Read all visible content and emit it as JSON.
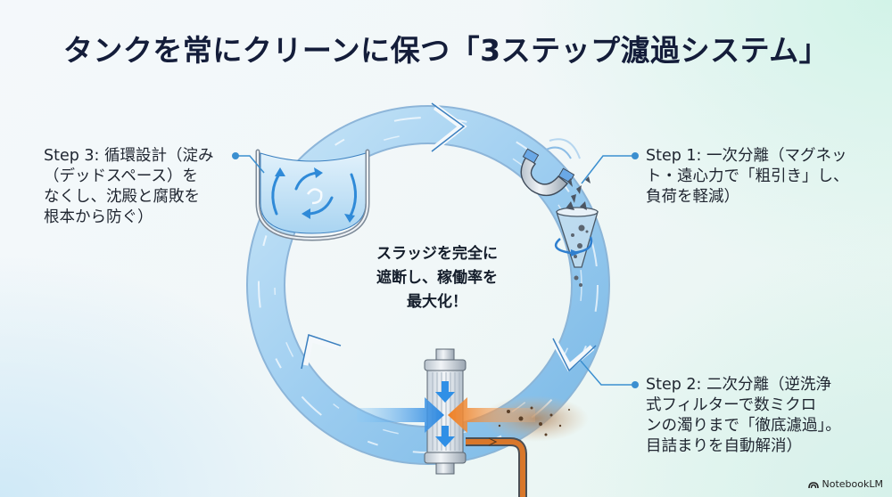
{
  "title": "タンクを常にクリーンに保つ「3ステップ濾過システム」",
  "center_message": {
    "lines": [
      "スラッジを完全に",
      "遮断し、稼働率を",
      "最大化！"
    ]
  },
  "steps": {
    "step1": {
      "lines": [
        "Step 1: 一次分離（マグネッ",
        "ト・遠心力で「粗引き」し、",
        "負荷を軽減）"
      ],
      "icon": "magnet-funnel-icon"
    },
    "step2": {
      "lines": [
        "Step 2: 二次分離（逆洗浄",
        "式フィルターで数ミクロ",
        "ンの濁りまで「徹底濾過」。",
        "目詰まりを自動解消）"
      ],
      "icon": "backwash-filter-icon"
    },
    "step3": {
      "lines": [
        "Step 3: 循環設計（淀み",
        "（デッドスペース）を",
        "なくし、沈殿と腐敗を",
        "根本から防ぐ）"
      ],
      "icon": "circulating-tank-icon"
    }
  },
  "brand": {
    "label": "NotebookLM",
    "icon": "notebooklm-logo-icon"
  },
  "colors": {
    "title": "#141d3a",
    "water": "#8cc4ea",
    "water_dark": "#3b82c4",
    "connector": "#3b8fd0",
    "arrow_clean": "#2f8fe6",
    "arrow_dirty": "#f08a2a",
    "sludge": "#8a6a4a"
  }
}
